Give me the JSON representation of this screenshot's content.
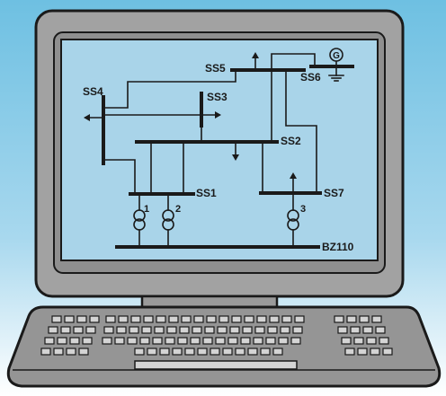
{
  "diagram": {
    "buses": {
      "ss1": "SS1",
      "ss2": "SS2",
      "ss3": "SS3",
      "ss4": "SS4",
      "ss5": "SS5",
      "ss6": "SS6",
      "ss7": "SS7",
      "bz110": "BZ110"
    },
    "transformers": {
      "t1": "1",
      "t2": "2",
      "t3": "3"
    },
    "generator": "G"
  },
  "colors": {
    "background": "#7cc6e4",
    "screen": "#a9d4e9",
    "monitor_body": "#a2a2a2",
    "keyboard": "#959595",
    "keycap": "#d4d4d4",
    "line": "#1a1a1a"
  }
}
